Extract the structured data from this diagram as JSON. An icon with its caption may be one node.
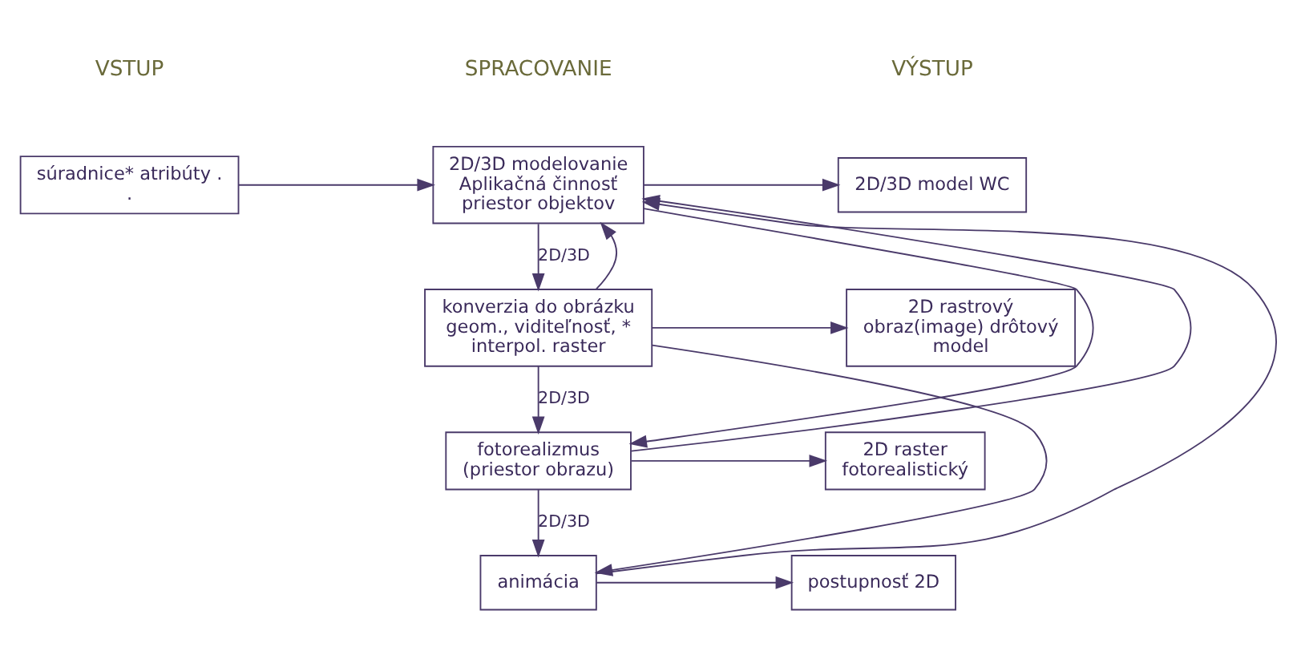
{
  "diagram": {
    "nodes": [
      {
        "text": [
          "súradnice* atribúty . ."
        ]
      },
      {
        "text": [
          "2D/3D modelovanie Aplikačná činnosť priestor objektov"
        ]
      },
      {
        "text": [
          "konverzia do obrázku geom., viditeľnosť, * interpol. raster"
        ]
      },
      {
        "text": [
          "fotorealizmus (priestor obrazu)"
        ]
      },
      {
        "text": [
          "animácia"
        ]
      },
      {
        "text": [
          "2D/3D model WC"
        ]
      },
      {
        "text": [
          "2D rastrový obraz(image) drôtový model"
        ]
      },
      {
        "text": [
          "2D raster fotorealistický"
        ]
      },
      {
        "text": [
          "postupnosť 2D"
        ]
      }
    ],
    "edges": [
      {
        "from": 0,
        "to": 1,
        "arrow": "to"
      },
      {
        "from": 1,
        "to": 2,
        "arrow": "to",
        "label": "2D/3D"
      },
      {
        "from": 2,
        "to": 3,
        "arrow": "to",
        "label": "2D/3D"
      },
      {
        "from": 3,
        "to": 4,
        "arrow": "to",
        "label": "2D/3D"
      },
      {
        "from": 1,
        "to": 5,
        "arrow": "to"
      },
      {
        "from": 1,
        "to": 3,
        "arrow": "to"
      },
      {
        "from": 2,
        "to": 6,
        "arrow": "to"
      },
      {
        "from": 2,
        "to": 4,
        "arrow": "to"
      },
      {
        "from": 3,
        "to": 7,
        "arrow": "to"
      },
      {
        "from": 4,
        "to": 8,
        "arrow": "to"
      },
      {
        "from": 2,
        "to": 1,
        "arrow": "to"
      },
      {
        "from": 3,
        "to": 1,
        "arrow": "to"
      },
      {
        "from": 4,
        "to": 1,
        "arrow": "to"
      }
    ],
    "labels": [
      "VSTUP",
      "SPRACOVANIE",
      "VÝSTUP"
    ]
  }
}
